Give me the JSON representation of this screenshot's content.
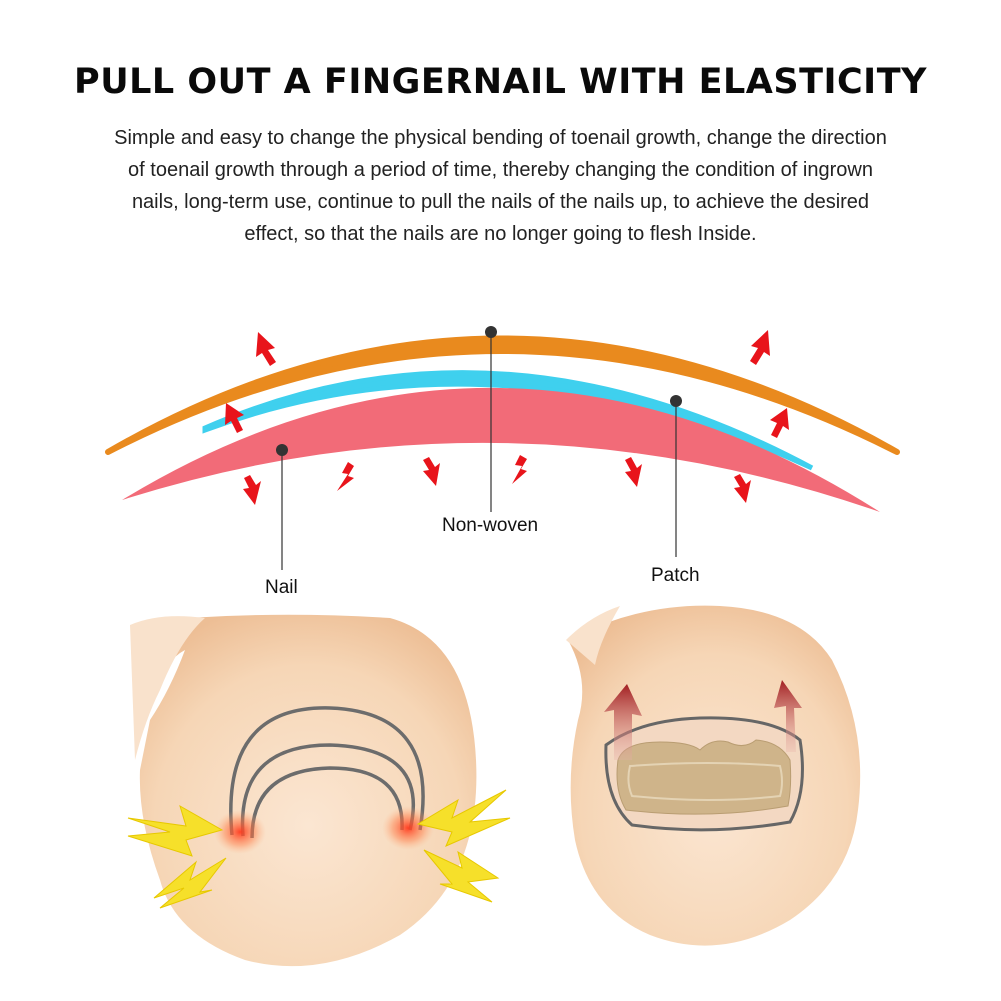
{
  "title": "PULL OUT A FINGERNAIL WITH ELASTICITY",
  "description": "Simple and easy to change the physical bending of toenail growth, change the direction of toenail growth through a period of time, thereby changing the condition of ingrown nails, long-term use, continue to pull the nails of the nails up, to achieve the desired effect, so that the nails are no longer going to flesh Inside.",
  "labels": {
    "non_woven": "Non-woven",
    "patch": "Patch",
    "nail": "Nail"
  },
  "colors": {
    "orange_layer": "#E98A1E",
    "blue_layer": "#3FD0EE",
    "nail_pink": "#F26B78",
    "arrow_red": "#E8141B",
    "skin": "#F7D9BC",
    "pain_yellow": "#F6E02A",
    "dark_red_arrow": "#A82A2A",
    "patch_tan": "#CFB48A"
  },
  "icons": [
    "outward-arrow-icon",
    "inward-arrow-icon",
    "lightning-pain-icon",
    "upward-pull-arrow-icon"
  ]
}
